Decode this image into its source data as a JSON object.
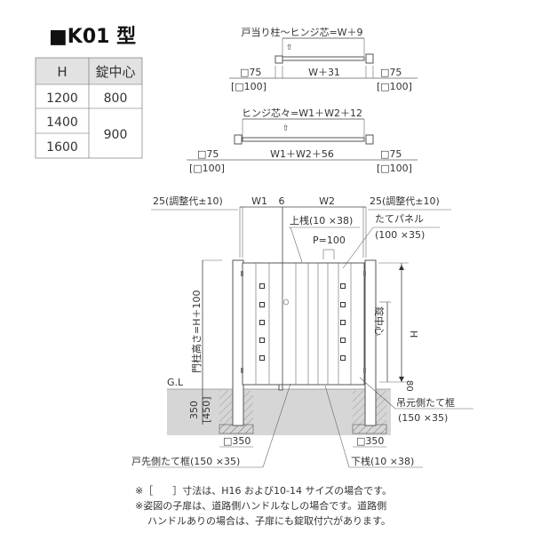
{
  "title": "■K01 型",
  "table": {
    "headers": [
      "H",
      "錠中心"
    ],
    "rows": [
      {
        "h": "1200",
        "lock": "800"
      },
      {
        "h": "1400",
        "lock": "900"
      },
      {
        "h": "1600",
        "lock": ""
      }
    ]
  },
  "plan1": {
    "top_label": "戸当り柱〜ヒンジ芯=W＋9",
    "width_label": "W＋31",
    "left_post": "□75",
    "left_post_alt": "[□100]",
    "right_post": "□75",
    "right_post_alt": "[□100]"
  },
  "plan2": {
    "top_label": "ヒンジ芯々=W1＋W2＋12",
    "width_label": "W1＋W2＋56",
    "left_post": "□75",
    "left_post_alt": "[□100]",
    "right_post": "□75",
    "right_post_alt": "[□100]"
  },
  "elevation": {
    "left_adjust": "25(調整代±10)",
    "right_adjust": "25(調整代±10)",
    "w1": "W1",
    "gap": "6",
    "w2": "W2",
    "top_rail": "上桟(10 ×38)",
    "vertical_panel": "たてパネル",
    "vertical_panel_size": "(100 ×35)",
    "pitch": "P=100",
    "post_height": "門柱高さ=H＋100",
    "height": "H",
    "lock_center": "錠中心",
    "bottom_gap": "80",
    "ground": "G.L",
    "depth": "350",
    "depth_alt": "[450]",
    "hinge_frame": "吊元側たて框",
    "hinge_frame_size": "(150 ×35)",
    "left_found": "□350",
    "right_found": "□350",
    "latch_frame": "戸先側たて框(150 ×35)",
    "bottom_rail": "下桟(10 ×38)"
  },
  "notes": [
    "※［　　］寸法は、H16 および10-14 サイズの場合です。",
    "※姿図の子扉は、道路側ハンドルなしの場合です。道路側",
    "ハンドルありの場合は、子扉にも錠取付穴があります。"
  ]
}
